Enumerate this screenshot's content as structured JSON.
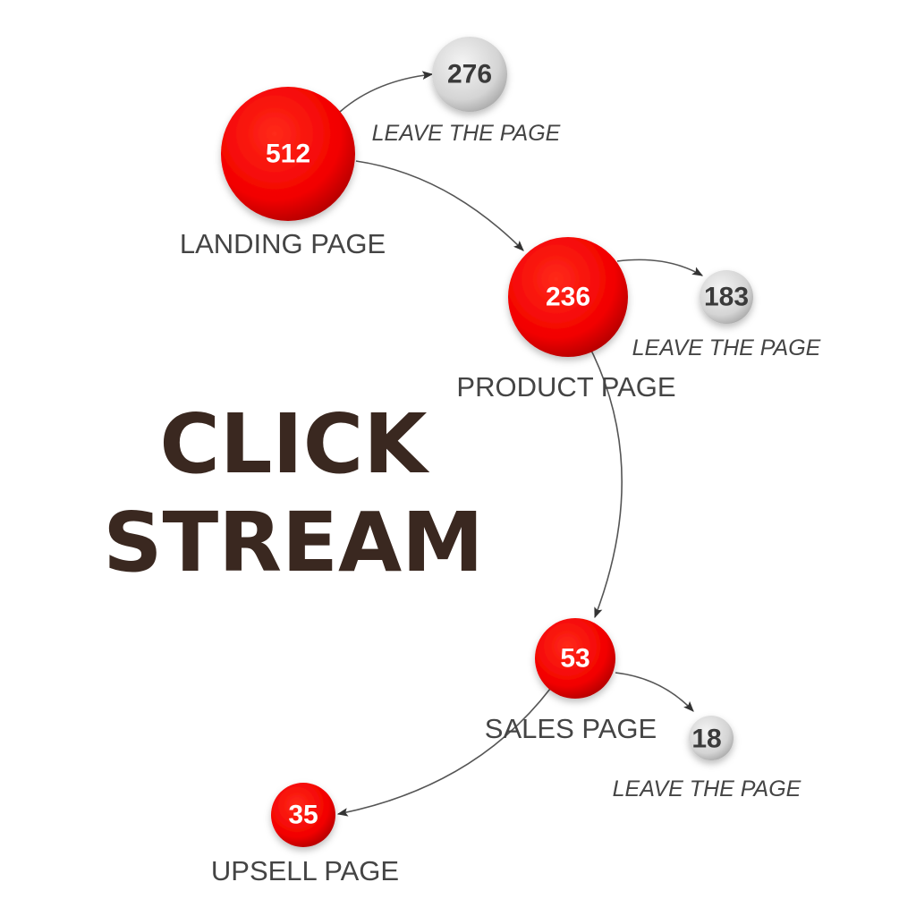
{
  "title": {
    "line1": "CLICK",
    "line2": "STREAM"
  },
  "colors": {
    "node_red": "#ff1a1a",
    "node_grey": "#d6d6d6",
    "title": "#3a2820"
  },
  "nodes": {
    "landing": {
      "value": "512",
      "label": "LANDING PAGE"
    },
    "landing_exit": {
      "value": "276",
      "label": "LEAVE THE PAGE"
    },
    "product": {
      "value": "236",
      "label": "PRODUCT PAGE"
    },
    "product_exit": {
      "value": "183",
      "label": "LEAVE THE PAGE"
    },
    "sales": {
      "value": "53",
      "label": "SALES PAGE"
    },
    "sales_exit": {
      "value": "18",
      "label": "LEAVE THE PAGE"
    },
    "upsell": {
      "value": "35",
      "label": "UPSELL PAGE"
    }
  }
}
